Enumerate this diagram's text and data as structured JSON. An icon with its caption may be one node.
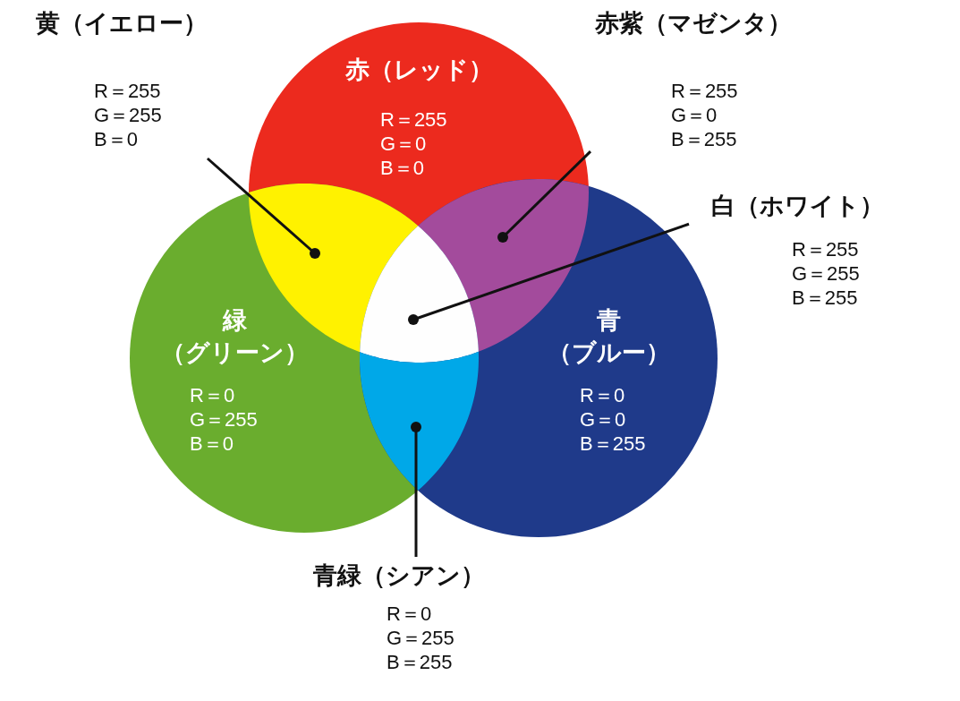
{
  "diagram": {
    "nodes": [
      {
        "text": [
          "赤（レッド）",
          "R＝255 G＝0 B＝0"
        ]
      },
      {
        "text": [
          "緑（グリーン）",
          "R＝0 G＝255 B＝0"
        ]
      },
      {
        "text": [
          "青（ブルー）",
          "R＝0 G＝0 B＝255"
        ]
      },
      {
        "text": [
          "黄（イエロー）",
          "R＝255 G＝255 B＝0"
        ]
      },
      {
        "text": [
          "赤紫（マゼンタ）",
          "R＝255 G＝0 B＝255"
        ]
      },
      {
        "text": [
          "白（ホワイト）",
          "R＝255 G＝255 B＝255"
        ]
      },
      {
        "text": [
          "青緑（シアン）",
          "R＝0 G＝255 B＝255"
        ]
      },
      {
        "text": [],
        "shape": "region"
      },
      {
        "text": [],
        "shape": "region"
      },
      {
        "text": [],
        "shape": "region"
      },
      {
        "text": [],
        "shape": "region"
      }
    ],
    "edges": [
      {
        "from": 3,
        "to": 7,
        "arrow": "other"
      },
      {
        "from": 4,
        "to": 8,
        "arrow": "other"
      },
      {
        "from": 5,
        "to": 9,
        "arrow": "other"
      },
      {
        "from": 6,
        "to": 10,
        "arrow": "other"
      }
    ]
  }
}
